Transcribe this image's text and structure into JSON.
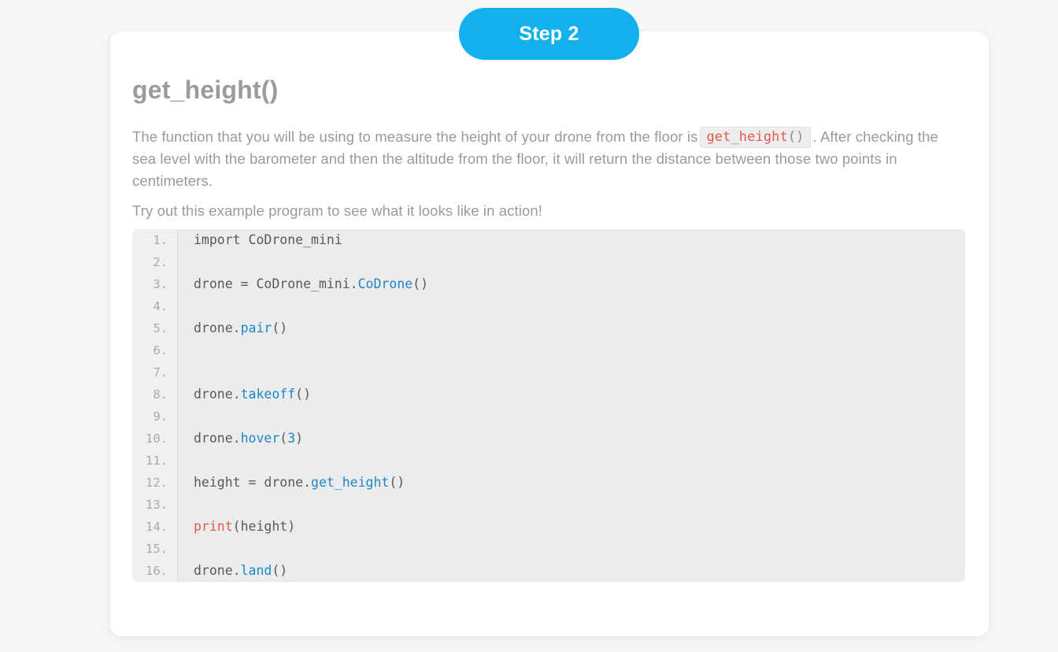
{
  "badge": {
    "label": "Step 2",
    "color": "#12b0ed"
  },
  "card": {
    "title": "get_height()",
    "title_color": "#9b9b9b",
    "background": "#ffffff"
  },
  "page": {
    "background": "#f6f6f6"
  },
  "paragraphs": {
    "p1_before": "The function that you will be using to measure the height of your drone from the floor is",
    "p1_code_name": "get_height",
    "p1_code_punc": "()",
    "p1_after": ". After checking the sea level with the barometer and then the altitude from the floor, it will return the distance between those two points in centimeters.",
    "p2": "Try out this example program to see what it looks like in action!"
  },
  "code_block": {
    "background": "#ececec",
    "gutter_background": "#f0f0f0",
    "text_color": "#58595b",
    "keyword_color": "#1b87c9",
    "builtin_color": "#e8584a",
    "lines": [
      {
        "num": "1.",
        "tokens": [
          {
            "t": "import CoDrone_mini",
            "c": "tok-plain"
          }
        ]
      },
      {
        "num": "2.",
        "tokens": []
      },
      {
        "num": "3.",
        "tokens": [
          {
            "t": "drone = CoDrone_mini.",
            "c": "tok-plain"
          },
          {
            "t": "CoDrone",
            "c": "tok-cls"
          },
          {
            "t": "()",
            "c": "tok-plain"
          }
        ]
      },
      {
        "num": "4.",
        "tokens": []
      },
      {
        "num": "5.",
        "tokens": [
          {
            "t": "drone.",
            "c": "tok-plain"
          },
          {
            "t": "pair",
            "c": "tok-fn"
          },
          {
            "t": "()",
            "c": "tok-plain"
          }
        ]
      },
      {
        "num": "6.",
        "tokens": []
      },
      {
        "num": "7.",
        "tokens": []
      },
      {
        "num": "8.",
        "tokens": [
          {
            "t": "drone.",
            "c": "tok-plain"
          },
          {
            "t": "takeoff",
            "c": "tok-fn"
          },
          {
            "t": "()",
            "c": "tok-plain"
          }
        ]
      },
      {
        "num": "9.",
        "tokens": []
      },
      {
        "num": "10.",
        "tokens": [
          {
            "t": "drone.",
            "c": "tok-plain"
          },
          {
            "t": "hover",
            "c": "tok-fn"
          },
          {
            "t": "(",
            "c": "tok-plain"
          },
          {
            "t": "3",
            "c": "tok-num"
          },
          {
            "t": ")",
            "c": "tok-plain"
          }
        ]
      },
      {
        "num": "11.",
        "tokens": []
      },
      {
        "num": "12.",
        "tokens": [
          {
            "t": "height = drone.",
            "c": "tok-plain"
          },
          {
            "t": "get_height",
            "c": "tok-fn"
          },
          {
            "t": "()",
            "c": "tok-plain"
          }
        ]
      },
      {
        "num": "13.",
        "tokens": []
      },
      {
        "num": "14.",
        "tokens": [
          {
            "t": "print",
            "c": "tok-bi"
          },
          {
            "t": "(height)",
            "c": "tok-plain"
          }
        ]
      },
      {
        "num": "15.",
        "tokens": []
      },
      {
        "num": "16.",
        "tokens": [
          {
            "t": "drone.",
            "c": "tok-plain"
          },
          {
            "t": "land",
            "c": "tok-fn"
          },
          {
            "t": "()",
            "c": "tok-plain"
          }
        ]
      }
    ]
  }
}
